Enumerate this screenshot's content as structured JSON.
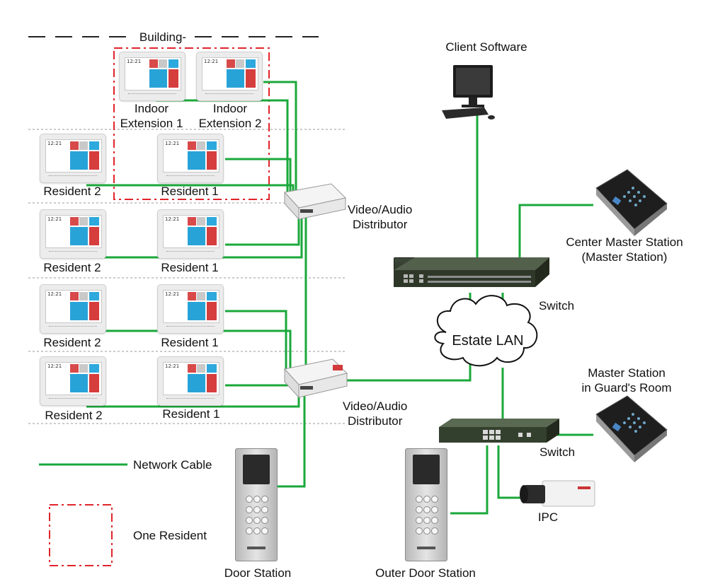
{
  "building_label": "Building",
  "labels": {
    "indoor_ext_1_line1": "Indoor",
    "indoor_ext_1_line2": "Extension 1",
    "indoor_ext_2_line1": "Indoor",
    "indoor_ext_2_line2": "Extension 2",
    "resident_1": "Resident 1",
    "resident_2": "Resident 2",
    "distributor_line1": "Video/Audio",
    "distributor_line2": "Distributor",
    "client_software": "Client Software",
    "center_master_line1": "Center Master Station",
    "center_master_line2": "(Master Station)",
    "switch": "Switch",
    "estate_lan": "Estate LAN",
    "guard_master_line1": "Master Station",
    "guard_master_line2": "in Guard's Room",
    "ipc": "IPC",
    "door_station": "Door Station",
    "outer_door_station": "Outer Door Station"
  },
  "legend": {
    "network_cable": "Network Cable",
    "one_resident": "One Resident"
  },
  "monitor_time": "12:21",
  "colors": {
    "cable": "#1aa83a",
    "resident_box": "#e0242b",
    "floor_divider": "#9a9a9a",
    "building_line": "#222222"
  }
}
